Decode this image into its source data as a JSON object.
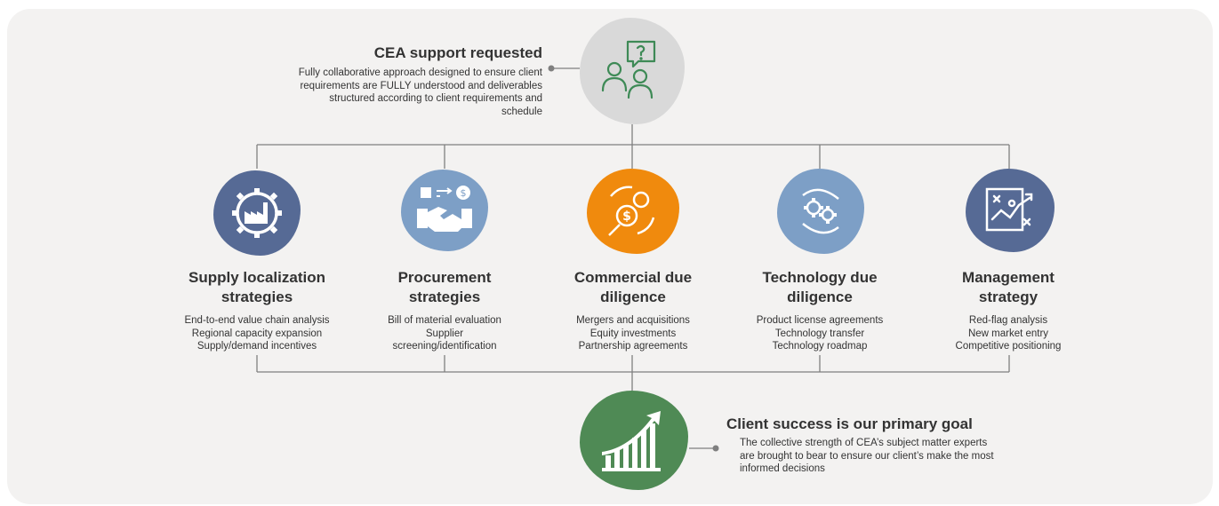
{
  "top": {
    "title": "CEA support requested",
    "description": "Fully collaborative approach designed to ensure client requirements are FULLY understood and deliverables structured according to client requirements and schedule"
  },
  "columns": [
    {
      "title_line1": "Supply localization",
      "title_line2": "strategies",
      "items": [
        "End-to-end value chain analysis",
        "Regional capacity expansion",
        "Supply/demand incentives"
      ],
      "icon": "factory-gear-icon",
      "color": "#566a95"
    },
    {
      "title_line1": "Procurement",
      "title_line2": "strategies",
      "items": [
        "Bill of material evaluation",
        "Supplier",
        "screening/identification"
      ],
      "icon": "handshake-icon",
      "color": "#7d9fc6"
    },
    {
      "title_line1": "Commercial due",
      "title_line2": "diligence",
      "items": [
        "Mergers and acquisitions",
        "Equity investments",
        "Partnership agreements"
      ],
      "icon": "money-gears-icon",
      "color": "#f08a0d"
    },
    {
      "title_line1": "Technology due",
      "title_line2": "diligence",
      "items": [
        "Product license agreements",
        "Technology transfer",
        "Technology roadmap"
      ],
      "icon": "tech-gears-icon",
      "color": "#7d9fc6"
    },
    {
      "title_line1": "Management",
      "title_line2": "strategy",
      "items": [
        "Red-flag analysis",
        "New market entry",
        "Competitive positioning"
      ],
      "icon": "strategy-chart-icon",
      "color": "#566a95"
    }
  ],
  "bottom": {
    "title": "Client success is our primary goal",
    "description": "The collective strength of CEA’s subject matter experts are brought to bear to ensure our client’s make the most informed decisions"
  },
  "colors": {
    "panel": "#f3f2f1",
    "lines": "#7f7f7f",
    "top_blob": "#d9d9d9",
    "top_icon": "#3e8a56",
    "bottom_blob": "#4f8a55"
  }
}
